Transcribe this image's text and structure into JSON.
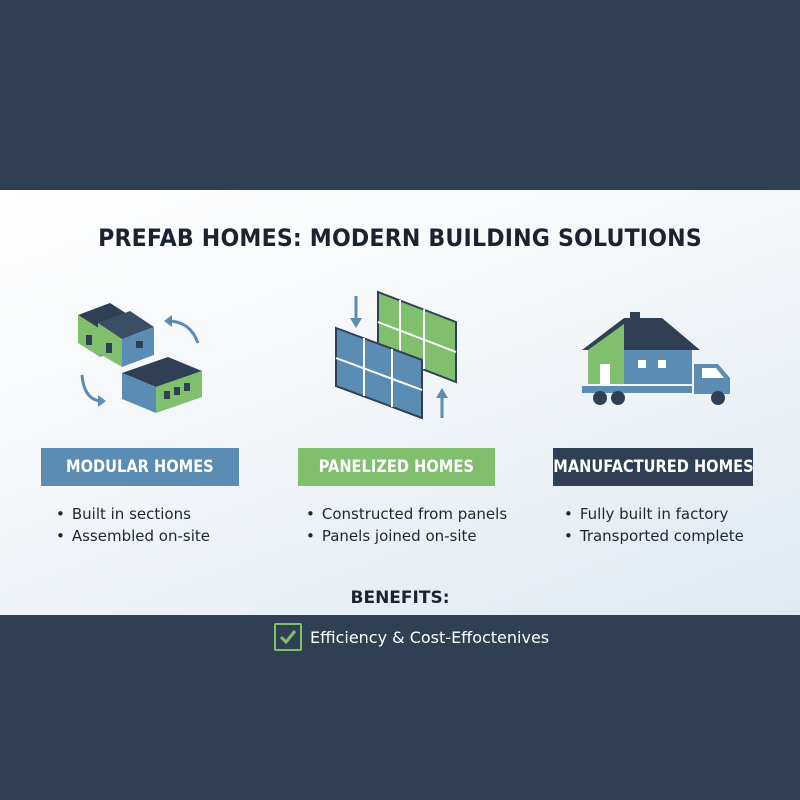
{
  "title": "PREFAB HOMES: MODERN BUILDING SOLUTIONS",
  "categories": [
    {
      "label": "MODULAR HOMES",
      "bullets": [
        "Built in sections",
        "Assembled on-site"
      ],
      "color": "#5b8db4",
      "icon": "modular-buildings-icon"
    },
    {
      "label": "PANELIZED HOMES",
      "bullets": [
        "Constructed from panels",
        "Panels joined on-site"
      ],
      "color": "#7fbf6e",
      "icon": "wall-panels-icon"
    },
    {
      "label": "MANUFACTURED HOMES",
      "bullets": [
        "Fully built in factory",
        "Transported complete"
      ],
      "color": "#2f4055",
      "icon": "house-on-truck-icon"
    }
  ],
  "benefits": {
    "heading": "BENEFITS:",
    "items": [
      "Efficiency & Cost-Effoctenives"
    ],
    "icon": "checkbox-icon"
  },
  "colors": {
    "background": "#2f4055",
    "blue": "#5b8db4",
    "green": "#7fbf6e",
    "navy": "#2f4055"
  }
}
